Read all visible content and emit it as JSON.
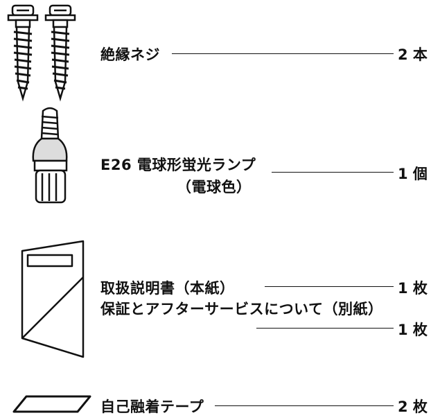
{
  "parts": [
    {
      "id": "screw",
      "label": "絶縁ネジ",
      "quantity": "2 本"
    },
    {
      "id": "lamp",
      "label": "E26 電球形蛍光ランプ",
      "sublabel": "（電球色）",
      "quantity": "1 個"
    },
    {
      "id": "manual",
      "label": "取扱説明書（本紙）",
      "quantity": "1 枚",
      "label2": "保証とアフターサービスについて（別紙）",
      "quantity2": "1 枚"
    },
    {
      "id": "tape",
      "label": "自己融着テープ",
      "quantity": "2 枚"
    }
  ]
}
